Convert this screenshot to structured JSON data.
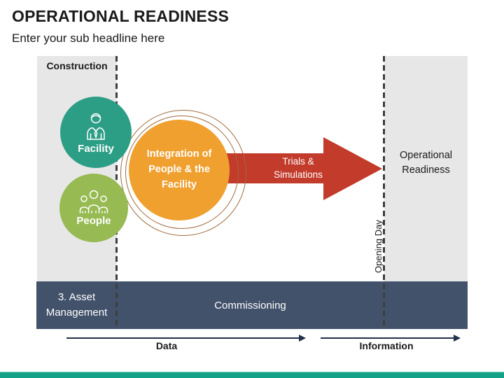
{
  "slide": {
    "title": "OPERATIONAL READINESS",
    "subtitle": "Enter your sub headline here"
  },
  "phases": {
    "construction": "Construction",
    "commissioning": "Commissioning",
    "asset_management": "3. Asset\nManagement",
    "operational_readiness": "Operational\nReadiness",
    "opening_day": "Opening Day"
  },
  "bubbles": {
    "facility": {
      "label": "Facility",
      "icon": "businessman-icon"
    },
    "people": {
      "label": "People",
      "icon": "people-group-icon"
    },
    "integration": {
      "label": "Integration of\nPeople & the\nFacility"
    }
  },
  "arrow": {
    "label": "Trials &\nSimulations"
  },
  "axis": {
    "data": "Data",
    "information": "Information"
  },
  "colors": {
    "ink": "#1a1a1a",
    "panel-gray": "#e7e7e7",
    "navy": "#42526b",
    "teal-circle": "#2d9e86",
    "green-circle": "#97ba53",
    "orange-circle": "#f0a02f",
    "ring-brown": "#a06a3c",
    "red-arrow": "#c23b2b",
    "dash": "#3f3f3f",
    "axis": "#22304a",
    "accent-teal": "#13a287"
  }
}
